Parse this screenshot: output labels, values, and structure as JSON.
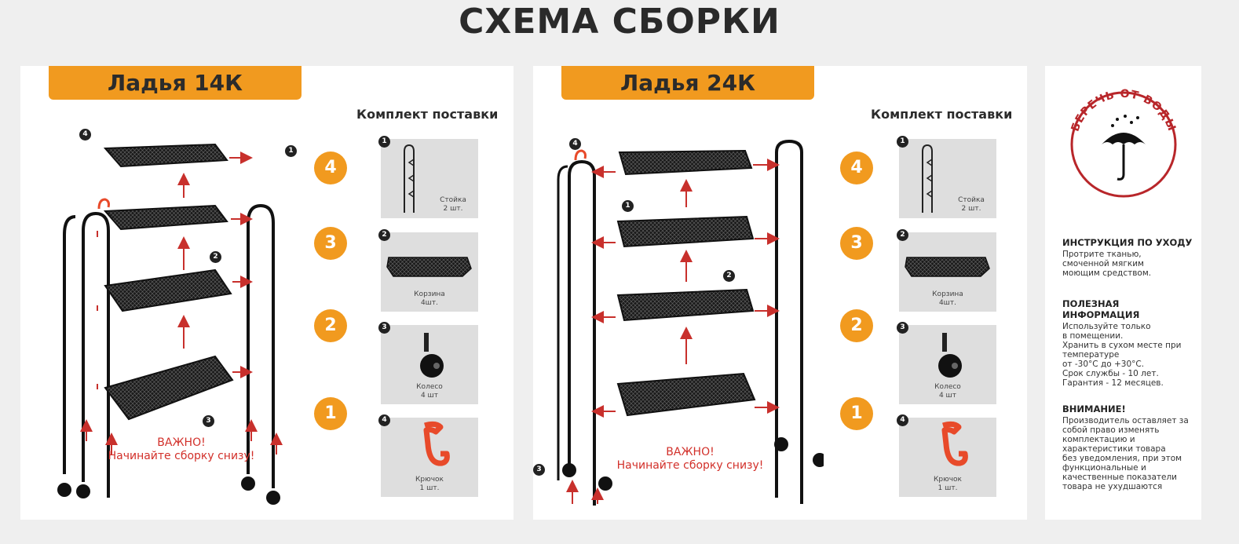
{
  "title": "СХЕМА СБОРКИ",
  "steps": [
    "4",
    "3",
    "2",
    "1"
  ],
  "callouts": [
    "1",
    "2",
    "3",
    "4"
  ],
  "left": {
    "model": "Ладья 14К",
    "kit_title": "Комплект поставки",
    "warning_line1": "ВАЖНО!",
    "warning_line2": "Начинайте сборку снизу!"
  },
  "right": {
    "model": "Ладья 24К",
    "kit_title": "Комплект поставки",
    "warning_line1": "ВАЖНО!",
    "warning_line2": "Начинайте сборку снизу!"
  },
  "kit_items": [
    {
      "num": "1",
      "name": "Стойка",
      "qty": "2 шт."
    },
    {
      "num": "2",
      "name": "Корзина",
      "qty": "4шт."
    },
    {
      "num": "3",
      "name": "Колесо",
      "qty": "4 шт"
    },
    {
      "num": "4",
      "name": "Крючок",
      "qty": "1 шт."
    }
  ],
  "care": {
    "stamp_text": "БЕРЕЧЬ ОТ ВОДЫ",
    "care_title": "ИНСТРУКЦИЯ ПО УХОДУ",
    "care_text": "Протрите тканью,\nсмоченной мягким\nмоющим средством.",
    "info_title": "ПОЛЕЗНАЯ ИНФОРМАЦИЯ",
    "info_text": "Используйте только\nв помещении.\nХранить в сухом месте при\nтемпературе\nот -30°С до +30°С.\nСрок службы - 10 лет.\nГарантия - 12 месяцев.",
    "attention_title": "ВНИМАНИЕ!",
    "attention_text": "Производитель оставляет за\nсобой право изменять\nкомплектацию и\nхарактеристики товара\nбез уведомления, при этом\nфункциональные и\nкачественные показатели\nтовара не ухудшаются"
  },
  "colors": {
    "accent": "#f19a1f",
    "warning": "#d2302a",
    "hook": "#e84a2a",
    "arrow": "#c8302c"
  },
  "icons": [
    "umbrella-icon",
    "rack-post-icon",
    "basket-icon",
    "wheel-icon",
    "hook-icon"
  ]
}
